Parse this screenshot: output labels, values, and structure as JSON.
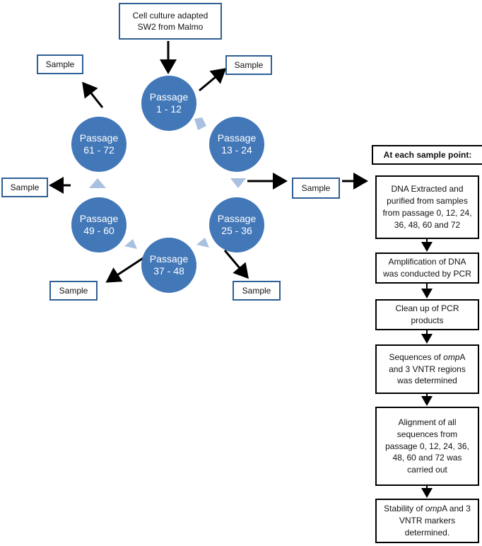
{
  "source": {
    "text": "Cell culture adapted\nSW2 from Malmo"
  },
  "passages": [
    {
      "label": "Passage",
      "range": "1 - 12"
    },
    {
      "label": "Passage",
      "range": "13 - 24"
    },
    {
      "label": "Passage",
      "range": "25 - 36"
    },
    {
      "label": "Passage",
      "range": "37 - 48"
    },
    {
      "label": "Passage",
      "range": "49 - 60"
    },
    {
      "label": "Passage",
      "range": "61 - 72"
    }
  ],
  "sample_label": "Sample",
  "flow": {
    "header": "At each sample point:",
    "steps": [
      {
        "text": "DNA Extracted and\npurified from samples\nfrom passage 0, 12, 24,\n36, 48, 60 and 72"
      },
      {
        "text": "Amplification of DNA\nwas conducted by PCR"
      },
      {
        "text": "Clean up of PCR\nproducts"
      },
      {
        "pre": "Sequences of ",
        "em": "omp",
        "post": "A\nand 3 VNTR regions\nwas determined"
      },
      {
        "text": "Alignment of all\nsequences from\npassage 0, 12, 24, 36,\n48, 60 and 72 was\ncarried out"
      },
      {
        "pre": "Stability of ",
        "em": "omp",
        "post": "A and 3\nVNTR markers\ndetermined."
      }
    ]
  },
  "colors": {
    "circle": "#4277b8",
    "box_border": "#2e5f95",
    "connector": "#a9c0e0",
    "arrow": "#000000"
  }
}
